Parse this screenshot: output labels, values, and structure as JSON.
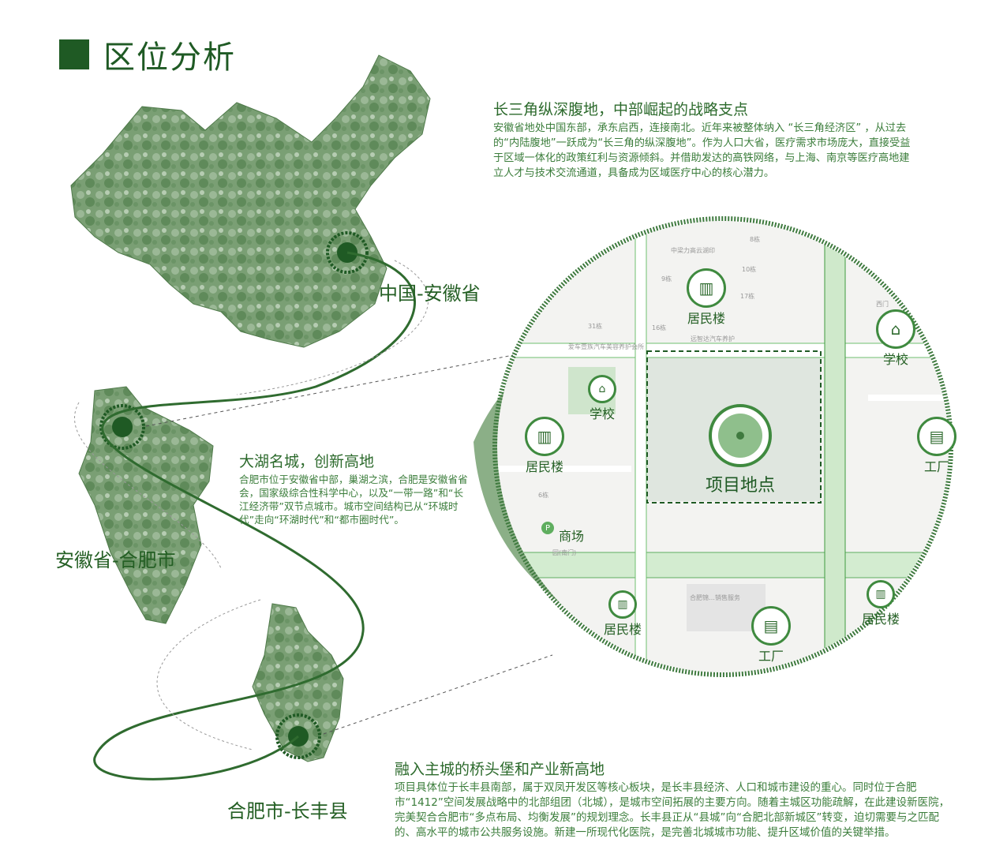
{
  "title": "区位分析",
  "colors": {
    "accent": "#1f5a24",
    "map_green": "#6f9a6a",
    "road": "#5fae5f"
  },
  "sections": {
    "china": {
      "heading": "长三角纵深腹地，中部崛起的战略支点",
      "body": "安徽省地处中国东部，承东启西，连接南北。近年来被整体纳入 “长三角经济区” ，从过去的“内陆腹地”一跃成为“长三角的纵深腹地”。作为人口大省，医疗需求市场庞大，直接受益于区域一体化的政策红利与资源倾斜。并借助发达的高铁网络，与上海、南京等医疗高地建立人才与技术交流通道，具备成为区域医疗中心的核心潜力。",
      "map_label": "中国-安徽省"
    },
    "hefei": {
      "heading": "大湖名城，创新高地",
      "body": "合肥市位于安徽省中部，巢湖之滨，合肥是安徽省省会，国家级综合性科学中心，以及“一带一路”和“长江经济带”双节点城市。城市空间结构已从“环城时代”走向“环湖时代”和“都市圈时代”。",
      "map_label": "安徽省-合肥市"
    },
    "changfeng": {
      "heading": "融入主城的桥头堡和产业新高地",
      "body": "项目具体位于长丰县南部，属于双凤开发区等核心板块，是长丰县经济、人口和城市建设的重心。同时位于合肥市“1412”空间发展战略中的北部组团（北城），是城市空间拓展的主要方向。随着主城区功能疏解，在此建设新医院，完美契合合肥市“多点布局、均衡发展”的规划理念。长丰县正从“县城”向“合肥北部新城区”转变，迫切需要与之匹配的、高水平的城市公共服务设施。新建一所现代化医院，是完善北城城市功能、提升区域价值的关键举措。",
      "map_label": "合肥市-长丰县"
    }
  },
  "site_map": {
    "project_label": "项目地点",
    "pois": [
      {
        "type": "building",
        "label": "居民楼"
      },
      {
        "type": "school",
        "label": "学校"
      },
      {
        "type": "school",
        "label": "学校"
      },
      {
        "type": "building",
        "label": "居民楼"
      },
      {
        "type": "factory",
        "label": "工厂"
      },
      {
        "type": "mall",
        "label": "商场"
      },
      {
        "type": "building",
        "label": "居民楼"
      },
      {
        "type": "factory",
        "label": "工厂"
      },
      {
        "type": "building",
        "label": "居民楼"
      }
    ],
    "street_labels": [
      "中梁力高云湖印",
      "远智达汽车养护",
      "爱车壹族汽车美容养护会所",
      "西门",
      "合肥锦…销售服务",
      "园(南门)",
      "8栋",
      "9栋",
      "10栋",
      "17栋",
      "31栋",
      "16栋",
      "6栋"
    ]
  }
}
